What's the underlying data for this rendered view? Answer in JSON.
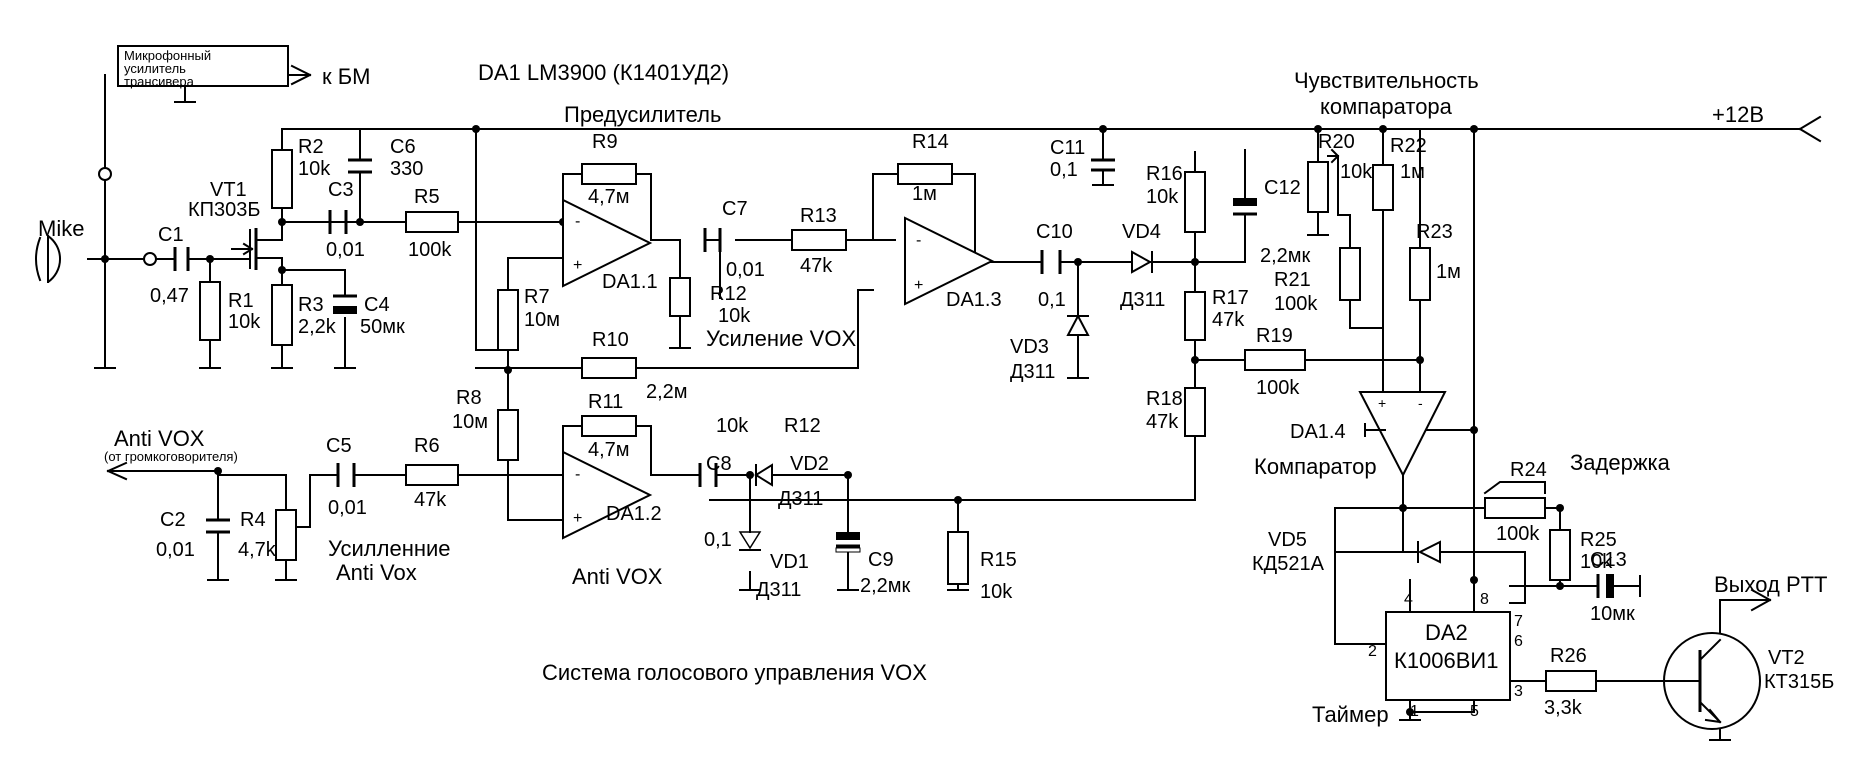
{
  "title": "Система голосового управления VOX",
  "chip_label": "DA1 LM3900 (К1401УД2)",
  "preamp_label": "Предусилитель",
  "supply_label": "+12В",
  "mic_amp_box": [
    "Микрофонный",
    "усилитель",
    "трансивера"
  ],
  "to_bm": "к БМ",
  "mike": "Mike",
  "sensitivity_label": [
    "Чувствительность",
    "компаратора"
  ],
  "anti_vox_in": "Anti VOX",
  "anti_vox_sub": "(от громкоговорителя)",
  "components": {
    "C1": {
      "name": "C1",
      "value": "0,47"
    },
    "C2": {
      "name": "C2",
      "value": "0,01"
    },
    "C3": {
      "name": "C3",
      "value": "0,01"
    },
    "C4": {
      "name": "C4",
      "value": "50мк"
    },
    "C5": {
      "name": "C5",
      "value": "0,01"
    },
    "C6": {
      "name": "C6",
      "value": "330"
    },
    "C7": {
      "name": "C7",
      "value": "0,01"
    },
    "C8": {
      "name": "C8",
      "value": "0,1"
    },
    "C9": {
      "name": "C9",
      "value": "2,2мк"
    },
    "C10": {
      "name": "C10",
      "value": "0,1"
    },
    "C11": {
      "name": "C11",
      "value": "0,1"
    },
    "C12": {
      "name": "C12",
      "value": "2,2мк"
    },
    "C13": {
      "name": "C13",
      "value": "10мк"
    },
    "R1": {
      "name": "R1",
      "value": "10k"
    },
    "R2": {
      "name": "R2",
      "value": "10k"
    },
    "R3": {
      "name": "R3",
      "value": "2,2k"
    },
    "R4": {
      "name": "R4",
      "value": "4,7k"
    },
    "R5": {
      "name": "R5",
      "value": "100k"
    },
    "R6": {
      "name": "R6",
      "value": "47k"
    },
    "R7": {
      "name": "R7",
      "value": "10м"
    },
    "R8": {
      "name": "R8",
      "value": "10м"
    },
    "R9": {
      "name": "R9",
      "value": "4,7м"
    },
    "R10": {
      "name": "R10",
      "value": "2,2м"
    },
    "R11": {
      "name": "R11",
      "value": "4,7м"
    },
    "R12": {
      "name": "R12",
      "value": "10k"
    },
    "R12b": {
      "name": "R12",
      "value": "10k"
    },
    "R13": {
      "name": "R13",
      "value": "47k"
    },
    "R14": {
      "name": "R14",
      "value": "1м"
    },
    "R15": {
      "name": "R15",
      "value": "10k"
    },
    "R16": {
      "name": "R16",
      "value": "10k"
    },
    "R17": {
      "name": "R17",
      "value": "47k"
    },
    "R18": {
      "name": "R18",
      "value": "47k"
    },
    "R19": {
      "name": "R19",
      "value": "100k"
    },
    "R20": {
      "name": "R20",
      "value": "10k"
    },
    "R21": {
      "name": "R21",
      "value": "100k"
    },
    "R22": {
      "name": "R22",
      "value": "1м"
    },
    "R23": {
      "name": "R23",
      "value": "1м"
    },
    "R24": {
      "name": "R24",
      "value": "100k"
    },
    "R25": {
      "name": "R25",
      "value": "10k"
    },
    "R26": {
      "name": "R26",
      "value": "3,3k"
    },
    "VT1": {
      "name": "VT1",
      "value": "КП303Б"
    },
    "VT2": {
      "name": "VT2",
      "value": "КТ315Б"
    },
    "VD1": {
      "name": "VD1",
      "value": "Д311"
    },
    "VD2": {
      "name": "VD2",
      "value": "Д311"
    },
    "VD3": {
      "name": "VD3",
      "value": "Д311"
    },
    "VD4": {
      "name": "VD4",
      "value": "Д311"
    },
    "VD5": {
      "name": "VD5",
      "value": "КД521А"
    },
    "DA1_1": "DA1.1",
    "DA1_2": "DA1.2",
    "DA1_3": "DA1.3",
    "DA1_4": "DA1.4",
    "DA2": {
      "name": "DA2",
      "value": "К1006ВИ1"
    }
  },
  "labels": {
    "vox_gain": "Усиление VOX",
    "anti_vox_gain": [
      "Усилленние",
      "Anti Vox"
    ],
    "anti_vox": "Anti VOX",
    "comparator": "Компаратор",
    "delay": "Задержка",
    "timer": "Таймер",
    "ptt_out": "Выход PTT",
    "minus": "-",
    "plus": "+"
  },
  "da2_pins": {
    "p1": "1",
    "p2": "2",
    "p3": "3",
    "p4": "4",
    "p5": "5",
    "p6": "6",
    "p7": "7",
    "p8": "8"
  }
}
